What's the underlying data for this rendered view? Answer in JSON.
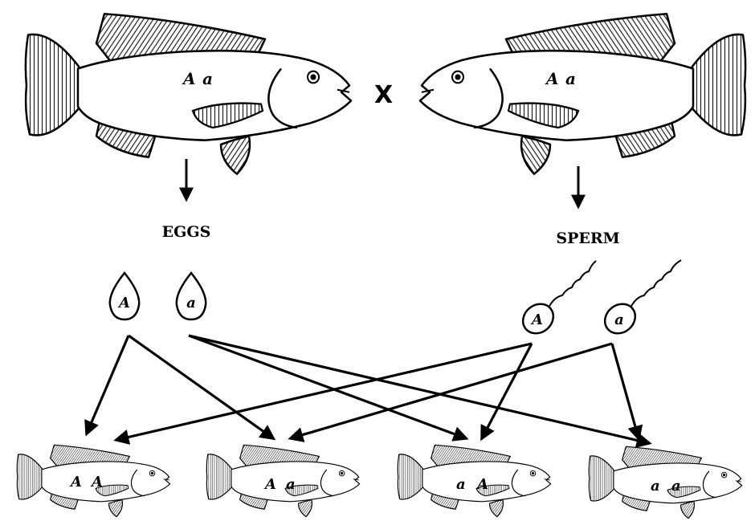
{
  "parents": {
    "female": {
      "allele1": "A",
      "allele2": "a"
    },
    "male": {
      "allele1": "A",
      "allele2": "a"
    },
    "cross_symbol": "X"
  },
  "gametes": {
    "eggs_label": "EGGS",
    "sperm_label": "SPERM",
    "eggs": [
      "A",
      "a"
    ],
    "sperm": [
      "A",
      "a"
    ]
  },
  "offspring": [
    {
      "allele1": "A",
      "allele2": "A"
    },
    {
      "allele1": "A",
      "allele2": "a"
    },
    {
      "allele1": "a",
      "allele2": "A"
    },
    {
      "allele1": "a",
      "allele2": "a"
    }
  ]
}
